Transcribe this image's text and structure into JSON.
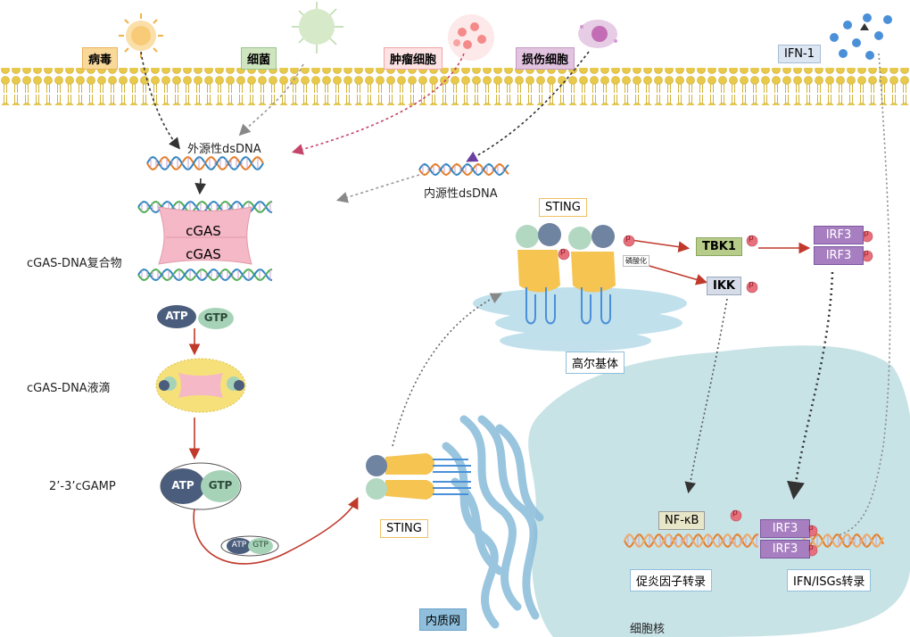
{
  "labels": {
    "virus": "病毒",
    "bacteria": "细菌",
    "tumor_cell": "肿瘤细胞",
    "damaged_cell": "损伤细胞",
    "ifn1": "IFN-1",
    "exo_dsdna": "外源性dsDNA",
    "endo_dsdna": "内源性dsDNA",
    "cgas": "cGAS",
    "cgas_complex": "cGAS-DNA复合物",
    "atp": "ATP",
    "gtp": "GTP",
    "droplet": "cGAS-DNA液滴",
    "cgamp": "2’-3’cGAMP",
    "sting": "STING",
    "phospho": "磷酸化",
    "tbk1": "TBK1",
    "ikk": "IKK",
    "irf3": "IRF3",
    "golgi": "高尔基体",
    "er": "内质网",
    "nfkb": "NF-κB",
    "p": "p",
    "inflam": "促炎因子转录",
    "ifn_isg": "IFN/ISGs转录",
    "nucleus": "细胞核"
  },
  "colors": {
    "membrane": "#e8c94a",
    "cgas": "#f4b8c6",
    "atp": "#4b5d7c",
    "gtp": "#a6d3b8",
    "sting_yellow": "#f5c451",
    "sting_grey": "#6f84a0",
    "sting_green": "#b2d8c2",
    "kinase": "#b8cc8a",
    "irf3": "#a77fc0",
    "phospho_dot": "#e8707c",
    "golgi": "#b6dbe9",
    "er": "#8fbfdc",
    "nucleus": "#c2e0e3",
    "arrow_red": "#c0392b",
    "arrow_dark": "#333333"
  }
}
